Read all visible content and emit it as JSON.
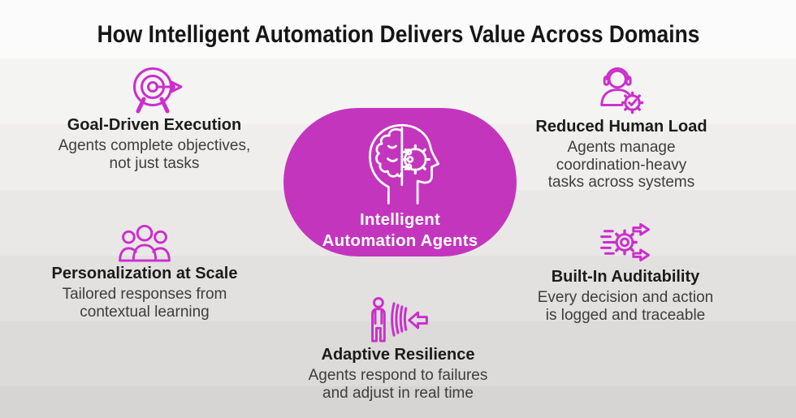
{
  "title": "How Intelligent Automation Delivers Value Across Domains",
  "colors": {
    "accent": "#cc2ecd",
    "center_bg": "#c435bd",
    "heading_text": "#161616",
    "body_text": "#3d3d3d"
  },
  "center": {
    "icon": "head-brain-gear-icon",
    "label_line1": "Intelligent",
    "label_line2": "Automation Agents"
  },
  "items": [
    {
      "id": "goal-driven-execution",
      "icon": "target-arrow-icon",
      "title": "Goal-Driven Execution",
      "lines": [
        "Agents complete objectives,",
        "not just tasks"
      ]
    },
    {
      "id": "reduced-human-load",
      "icon": "support-agent-gear-check-icon",
      "title": "Reduced Human Load",
      "lines": [
        "Agents manage",
        "coordination-heavy",
        "tasks across systems"
      ]
    },
    {
      "id": "personalization-at-scale",
      "icon": "people-group-icon",
      "title": "Personalization at Scale",
      "lines": [
        "Tailored responses from",
        "contextual learning"
      ]
    },
    {
      "id": "built-in-auditability",
      "icon": "gear-speed-arrows-icon",
      "title": "Built-In Auditability",
      "lines": [
        "Every decision and action",
        "is logged and traceable"
      ]
    },
    {
      "id": "adaptive-resilience",
      "icon": "person-waves-arrow-icon",
      "title": "Adaptive Resilience",
      "lines": [
        "Agents respond to failures",
        "and adjust in real time"
      ]
    }
  ]
}
